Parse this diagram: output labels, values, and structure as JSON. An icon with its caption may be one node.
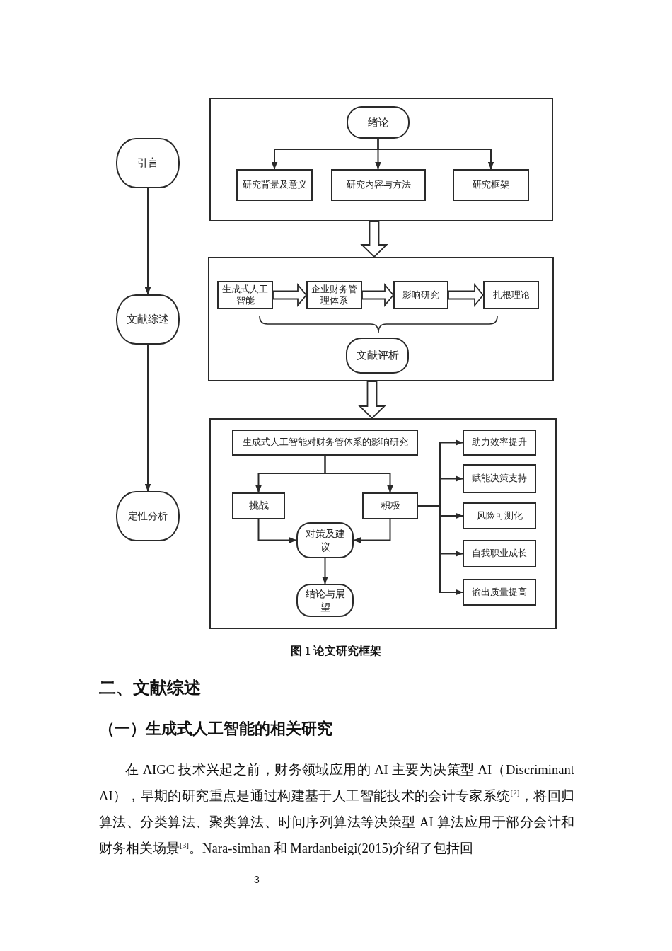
{
  "diagram": {
    "caption": "图 1 论文研究框架",
    "nodes": [
      {
        "text": [
          "引言"
        ]
      },
      {
        "text": [
          "文献综述"
        ]
      },
      {
        "text": [
          "定性分析"
        ]
      },
      {
        "text": [],
        "shape": "box"
      },
      {
        "text": [
          "绪论"
        ],
        "in": 3
      },
      {
        "text": [
          "研究背景及意义"
        ],
        "in": 3
      },
      {
        "text": [
          "研究内容与方法"
        ],
        "in": 3
      },
      {
        "text": [
          "研究框架"
        ],
        "in": 3
      },
      {
        "text": [],
        "shape": "box"
      },
      {
        "text": [
          "生成式人工智能"
        ],
        "in": 8
      },
      {
        "text": [
          "企业财务管理体系"
        ],
        "in": 8
      },
      {
        "text": [
          "影响研究"
        ],
        "in": 8
      },
      {
        "text": [
          "扎根理论"
        ],
        "in": 8
      },
      {
        "text": [
          "文献评析"
        ],
        "in": 8
      },
      {
        "text": [],
        "shape": "box"
      },
      {
        "text": [
          "生成式人工智能对财务管体系的影响研究"
        ],
        "in": 14
      },
      {
        "text": [
          "挑战"
        ],
        "in": 14
      },
      {
        "text": [
          "积极"
        ],
        "in": 14
      },
      {
        "text": [
          "对策及建议"
        ],
        "in": 14
      },
      {
        "text": [
          "结论与展望"
        ],
        "in": 14
      },
      {
        "text": [
          "助力效率提升"
        ],
        "in": 14
      },
      {
        "text": [
          "赋能决策支持"
        ],
        "in": 14
      },
      {
        "text": [
          "风险可测化"
        ],
        "in": 14
      },
      {
        "text": [
          "自我职业成长"
        ],
        "in": 14
      },
      {
        "text": [
          "输出质量提高"
        ],
        "in": 14
      }
    ],
    "edges": [
      {
        "from": 0,
        "to": 1,
        "arrow": "to"
      },
      {
        "from": 1,
        "to": 2,
        "arrow": "to"
      },
      {
        "from": 4,
        "to": 5,
        "arrow": "to"
      },
      {
        "from": 4,
        "to": 6,
        "arrow": "to"
      },
      {
        "from": 4,
        "to": 7,
        "arrow": "to"
      },
      {
        "from": 3,
        "to": 8,
        "arrow": "to",
        "style": "thick"
      },
      {
        "from": 9,
        "to": 10,
        "arrow": "to",
        "style": "thick"
      },
      {
        "from": 10,
        "to": 11,
        "arrow": "to",
        "style": "thick"
      },
      {
        "from": 11,
        "to": 12,
        "arrow": "to",
        "style": "thick"
      },
      {
        "from": 8,
        "to": 14,
        "arrow": "to",
        "style": "thick"
      },
      {
        "from": 15,
        "to": 16,
        "arrow": "to"
      },
      {
        "from": 15,
        "to": 17,
        "arrow": "to"
      },
      {
        "from": 16,
        "to": 18,
        "arrow": "to"
      },
      {
        "from": 17,
        "to": 18,
        "arrow": "to"
      },
      {
        "from": 18,
        "to": 19,
        "arrow": "to"
      },
      {
        "from": 17,
        "to": 20,
        "arrow": "to"
      },
      {
        "from": 17,
        "to": 21,
        "arrow": "to"
      },
      {
        "from": 17,
        "to": 22,
        "arrow": "to"
      },
      {
        "from": 17,
        "to": 23,
        "arrow": "to"
      },
      {
        "from": 17,
        "to": 24,
        "arrow": "to"
      }
    ],
    "labels": [
      "二、文献综述",
      "（一）生成式人工智能的相关研究",
      "在 AIGC 技术兴起之前，财务领域应用的 AI 主要为决策型 AI（Discriminant AI），早期的研究重点是通过构建基于人工智能技术的会计专家系统$^{[2]}$，将回归算法、分类算法、聚类算法、时间序列算法等决策型 AI 算法应用于部分会计和财务相关场景$^{[3]}$。Nara-simhan 和 Mardanbeigi(2015)介绍了包括回",
      "3"
    ]
  }
}
